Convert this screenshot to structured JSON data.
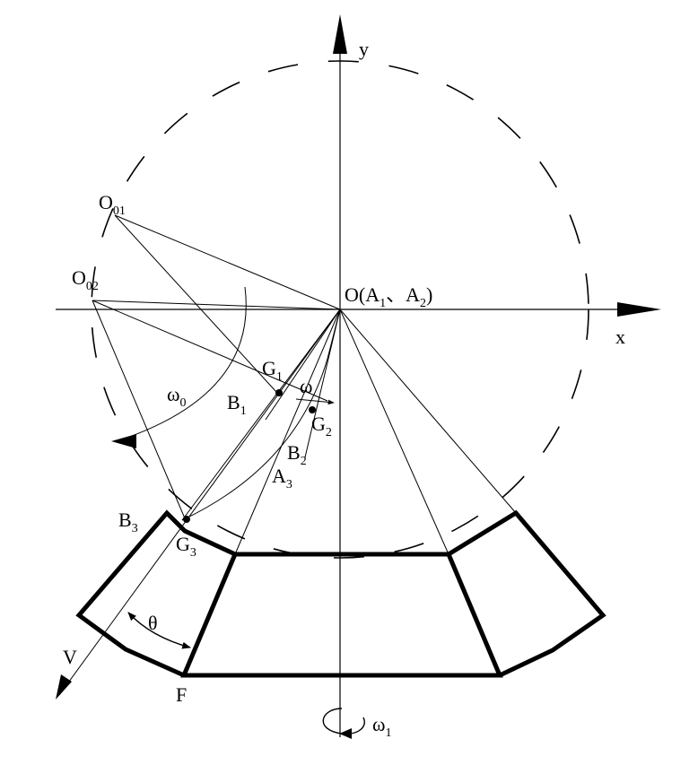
{
  "diagram": {
    "axes": {
      "x": "x",
      "y": "y"
    },
    "origin": {
      "main": "O(A",
      "s1": "1",
      "sep": "、A",
      "s2": "2",
      "close": ")"
    },
    "points": {
      "O01": {
        "main": "O",
        "sub": "01"
      },
      "O02": {
        "main": "O",
        "sub": "02"
      },
      "G1": {
        "main": "G",
        "sub": "1"
      },
      "G2": {
        "main": "G",
        "sub": "2"
      },
      "G3": {
        "main": "G",
        "sub": "3"
      },
      "B1": {
        "main": "B",
        "sub": "1"
      },
      "B2": {
        "main": "B",
        "sub": "2"
      },
      "B3": {
        "main": "B",
        "sub": "3"
      },
      "A3": {
        "main": "A",
        "sub": "3"
      },
      "F": "F",
      "V": "V"
    },
    "angles": {
      "omega": "ω",
      "omega0": {
        "main": "ω",
        "sub": "0"
      },
      "omega1": {
        "main": "ω",
        "sub": "1"
      },
      "theta": "θ"
    }
  }
}
